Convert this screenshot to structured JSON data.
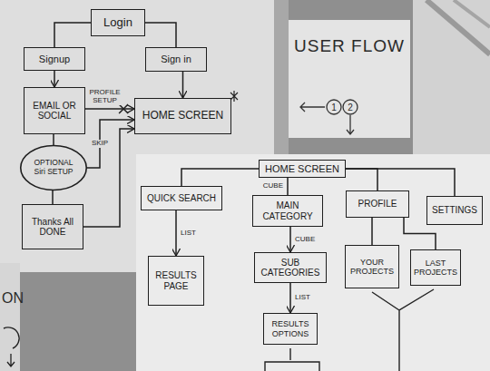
{
  "diagram": {
    "nodes": [
      {
        "text": [
          "Login"
        ]
      },
      {
        "text": [
          "Signup"
        ]
      },
      {
        "text": [
          "Sign in"
        ]
      },
      {
        "text": [
          "EMAIL OR SOCIAL"
        ]
      },
      {
        "text": [
          "HOME SCREEN"
        ]
      },
      {
        "text": [
          "OPTIONAL Siri SETUP"
        ]
      },
      {
        "text": [
          "Thanks All DONE"
        ]
      },
      {
        "text": [
          "HOME SCREEN"
        ]
      },
      {
        "text": [
          "QUICK SEARCH"
        ]
      },
      {
        "text": [
          "MAIN CATEGORY"
        ]
      },
      {
        "text": [
          "PROFILE"
        ]
      },
      {
        "text": [
          "SETTINGS"
        ]
      },
      {
        "text": [
          "RESULTS PAGE"
        ]
      },
      {
        "text": [
          "SUB CATEGORIES"
        ]
      },
      {
        "text": [
          "YOUR PROJECTS"
        ]
      },
      {
        "text": [
          "LAST PROJECTS"
        ]
      },
      {
        "text": [
          "RESULTS OPTIONS"
        ]
      }
    ],
    "edges": [
      {
        "from": 0,
        "to": 1,
        "arrow": "none"
      },
      {
        "from": 0,
        "to": 2,
        "arrow": "none"
      },
      {
        "from": 1,
        "to": 3,
        "arrow": "to"
      },
      {
        "from": 2,
        "to": 4,
        "arrow": "to"
      },
      {
        "from": 3,
        "to": 4,
        "label": "PROFILE SETUP",
        "arrow": "to"
      },
      {
        "from": 3,
        "to": 5,
        "arrow": "none"
      },
      {
        "from": 5,
        "to": 4,
        "label": "SKIP",
        "arrow": "to"
      },
      {
        "from": 5,
        "to": 6,
        "arrow": "none"
      },
      {
        "from": 6,
        "to": 4,
        "arrow": "to"
      },
      {
        "from": 7,
        "to": 8,
        "arrow": "none"
      },
      {
        "from": 7,
        "to": 9,
        "label": "CUBE",
        "arrow": "none"
      },
      {
        "from": 7,
        "to": 10,
        "arrow": "none"
      },
      {
        "from": 7,
        "to": 11,
        "arrow": "none"
      },
      {
        "from": 8,
        "to": 12,
        "label": "LIST",
        "arrow": "to"
      },
      {
        "from": 9,
        "to": 13,
        "label": "CUBE",
        "arrow": "to"
      },
      {
        "from": 13,
        "to": 16,
        "label": "LIST",
        "arrow": "to"
      },
      {
        "from": 10,
        "to": 14,
        "arrow": "none"
      },
      {
        "from": 10,
        "to": 15,
        "arrow": "none"
      }
    ],
    "labels": [
      "USER FLOW",
      "1",
      "2",
      "ON"
    ]
  }
}
